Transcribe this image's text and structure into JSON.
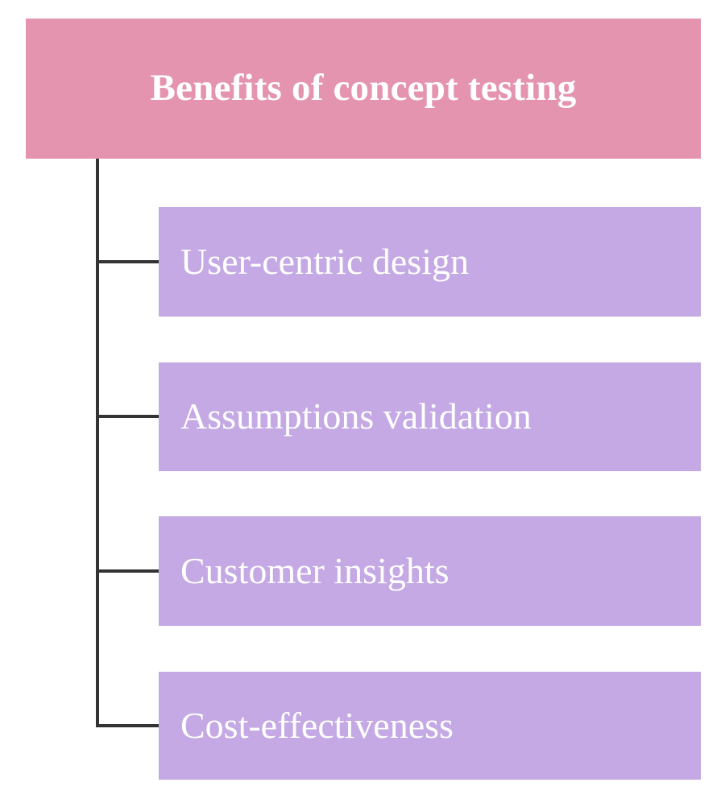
{
  "diagram": {
    "type": "tree",
    "orientation": "vertical-left-trunk",
    "root": {
      "label": "Benefits of concept testing",
      "fill_color": "#e494af",
      "text_color": "#ffffff"
    },
    "children": [
      {
        "label": "User-centric design",
        "fill_color": "#c4a9e4",
        "text_color": "#ffffff"
      },
      {
        "label": "Assumptions validation",
        "fill_color": "#c4a9e4",
        "text_color": "#ffffff"
      },
      {
        "label": "Customer insights",
        "fill_color": "#c4a9e4",
        "text_color": "#ffffff"
      },
      {
        "label": "Cost-effectiveness",
        "fill_color": "#c4a9e4",
        "text_color": "#ffffff"
      }
    ],
    "connector_color": "#333333",
    "background_color": "#ffffff"
  }
}
